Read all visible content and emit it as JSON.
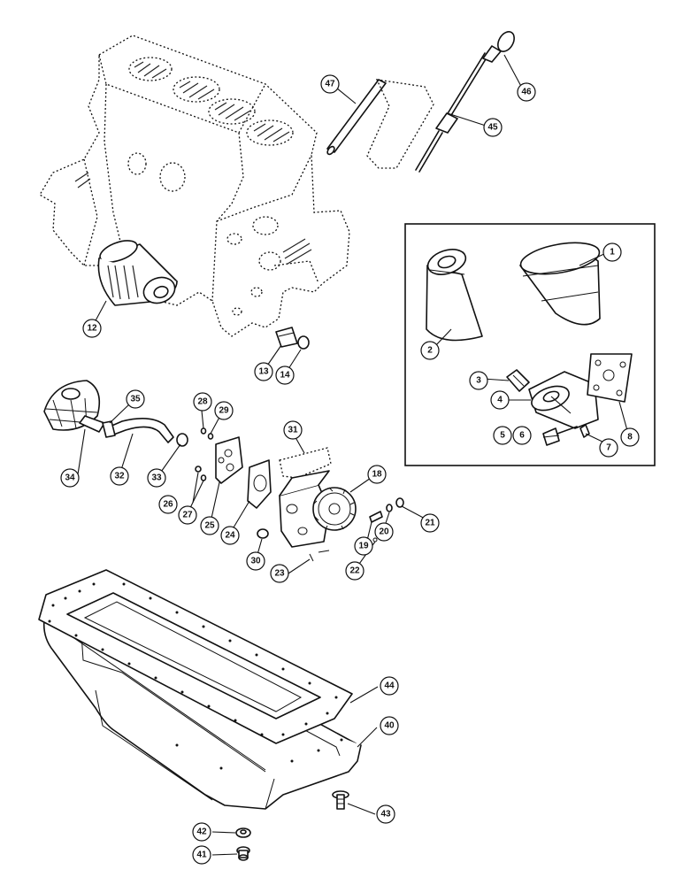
{
  "callouts": [
    {
      "id": "p1",
      "label": "1"
    },
    {
      "id": "p2",
      "label": "2"
    },
    {
      "id": "p3",
      "label": "3"
    },
    {
      "id": "p4",
      "label": "4"
    },
    {
      "id": "p5",
      "label": "5"
    },
    {
      "id": "p6",
      "label": "6"
    },
    {
      "id": "p7",
      "label": "7"
    },
    {
      "id": "p8",
      "label": "8"
    },
    {
      "id": "p12",
      "label": "12"
    },
    {
      "id": "p13",
      "label": "13"
    },
    {
      "id": "p14",
      "label": "14"
    },
    {
      "id": "p18",
      "label": "18"
    },
    {
      "id": "p19",
      "label": "19"
    },
    {
      "id": "p20",
      "label": "20"
    },
    {
      "id": "p21",
      "label": "21"
    },
    {
      "id": "p22",
      "label": "22"
    },
    {
      "id": "p23",
      "label": "23"
    },
    {
      "id": "p24",
      "label": "24"
    },
    {
      "id": "p25",
      "label": "25"
    },
    {
      "id": "p26",
      "label": "26"
    },
    {
      "id": "p27",
      "label": "27"
    },
    {
      "id": "p28",
      "label": "28"
    },
    {
      "id": "p29",
      "label": "29"
    },
    {
      "id": "p30",
      "label": "30"
    },
    {
      "id": "p31",
      "label": "31"
    },
    {
      "id": "p32",
      "label": "32"
    },
    {
      "id": "p33",
      "label": "33"
    },
    {
      "id": "p34",
      "label": "34"
    },
    {
      "id": "p35",
      "label": "35"
    },
    {
      "id": "p40",
      "label": "40"
    },
    {
      "id": "p41",
      "label": "41"
    },
    {
      "id": "p42",
      "label": "42"
    },
    {
      "id": "p43",
      "label": "43"
    },
    {
      "id": "p44",
      "label": "44"
    },
    {
      "id": "p45",
      "label": "45"
    },
    {
      "id": "p46",
      "label": "46"
    },
    {
      "id": "p47",
      "label": "47"
    }
  ]
}
